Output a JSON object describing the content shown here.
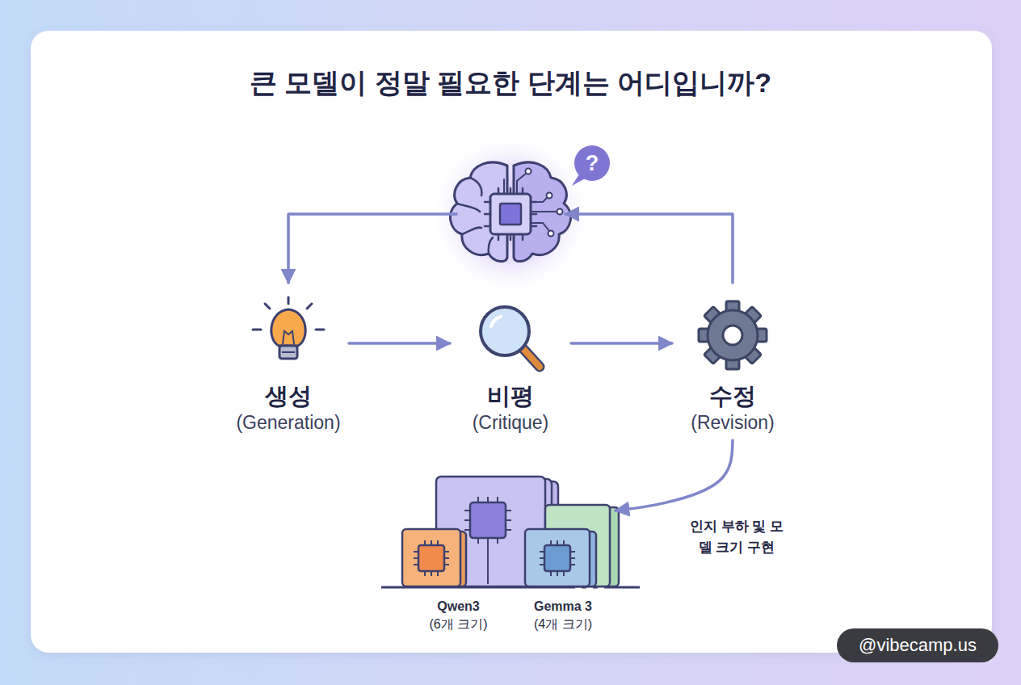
{
  "diagram": {
    "title": "큰 모델이 정말 필요한 단계는 어디입니까?",
    "nodes": [
      {
        "text": [
          "?"
        ]
      },
      {
        "text": [
          "생성",
          "(Generation)"
        ]
      },
      {
        "text": [
          "비평",
          "(Critique)"
        ]
      },
      {
        "text": [
          "수정",
          "(Revision)"
        ]
      },
      {
        "text": [
          "Qwen3",
          "(6개 크기)"
        ]
      },
      {
        "text": [
          "Gemma 3",
          "(4개 크기)"
        ]
      }
    ],
    "edges": [
      {
        "from": 0,
        "to": 1,
        "arrow": "to"
      },
      {
        "from": 1,
        "to": 2,
        "arrow": "to"
      },
      {
        "from": 2,
        "to": 3,
        "arrow": "to"
      },
      {
        "from": 3,
        "to": 0,
        "arrow": "to"
      },
      {
        "from": 3,
        "to": 5,
        "label": "인지 부하 및 모델 크기 구현",
        "arrow": "to"
      }
    ],
    "labels": [
      "@vibecamp.us"
    ]
  }
}
